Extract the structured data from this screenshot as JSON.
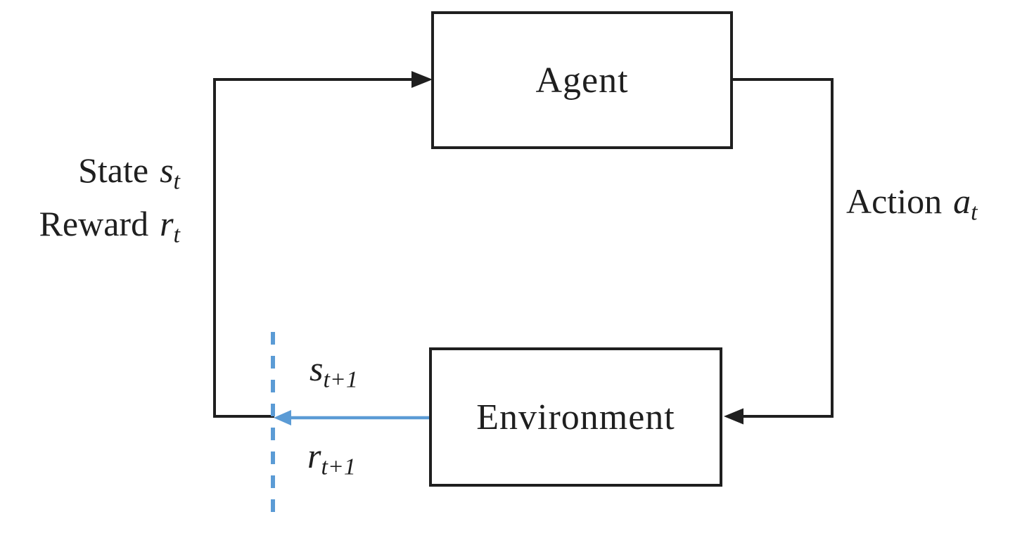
{
  "nodes": {
    "agent": "Agent",
    "environment": "Environment"
  },
  "labels": {
    "state": {
      "word": "State",
      "variable": "s",
      "subscript": "t"
    },
    "reward": {
      "word": "Reward",
      "variable": "r",
      "subscript": "t"
    },
    "action": {
      "word": "Action",
      "variable": "a",
      "subscript": "t"
    },
    "next_state": {
      "variable": "s",
      "subscript": "t+1"
    },
    "next_reward": {
      "variable": "r",
      "subscript": "t+1"
    }
  },
  "colors": {
    "line": "#1f1f1f",
    "accent_blue": "#5B9BD5",
    "background": "#ffffff"
  }
}
